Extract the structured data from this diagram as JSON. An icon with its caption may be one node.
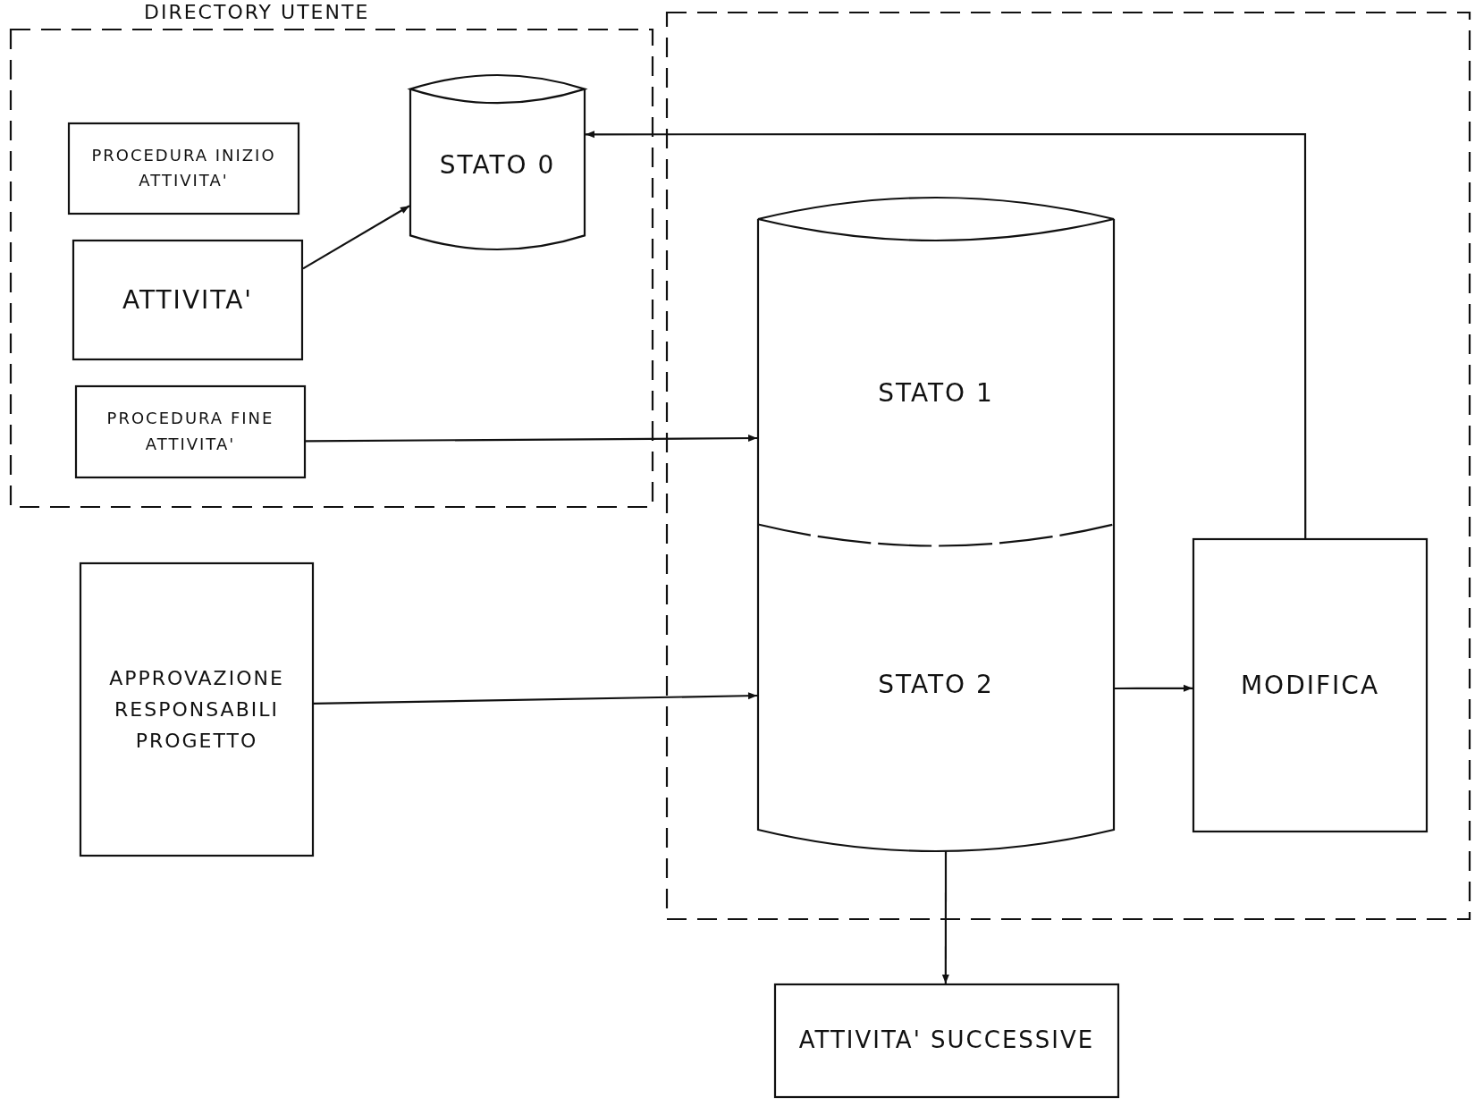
{
  "diagram": {
    "nodes": [
      {
        "text": [
          "DIRECTORY UTENTE"
        ]
      },
      {
        "text": [
          "PROCEDURA INIZIO ATTIVITA'"
        ],
        "in": 0
      },
      {
        "text": [
          "STATO 0"
        ],
        "in": 0
      },
      {
        "text": [
          "ATTIVITA'"
        ],
        "in": 0
      },
      {
        "text": [
          "PROCEDURA FINE ATTIVITA'"
        ],
        "in": 0
      },
      {
        "text": [],
        "shape": "box"
      },
      {
        "text": [
          "STATO 1",
          "STATO 2"
        ],
        "in": 5
      },
      {
        "text": [
          "MODIFICA"
        ],
        "in": 5
      },
      {
        "text": [
          "APPROVAZIONE RESPONSABILI PROGETTO"
        ]
      },
      {
        "text": [
          "ATTIVITA' SUCCESSIVE"
        ]
      }
    ],
    "edges": [
      {
        "from": 3,
        "to": 2,
        "arrow": "to"
      },
      {
        "from": 4,
        "to": 6,
        "arrow": "to"
      },
      {
        "from": 8,
        "to": 6,
        "arrow": "to"
      },
      {
        "from": 6,
        "to": 7,
        "arrow": "to"
      },
      {
        "from": 7,
        "to": 2,
        "arrow": "to"
      },
      {
        "from": 6,
        "to": 9,
        "arrow": "to"
      }
    ]
  }
}
